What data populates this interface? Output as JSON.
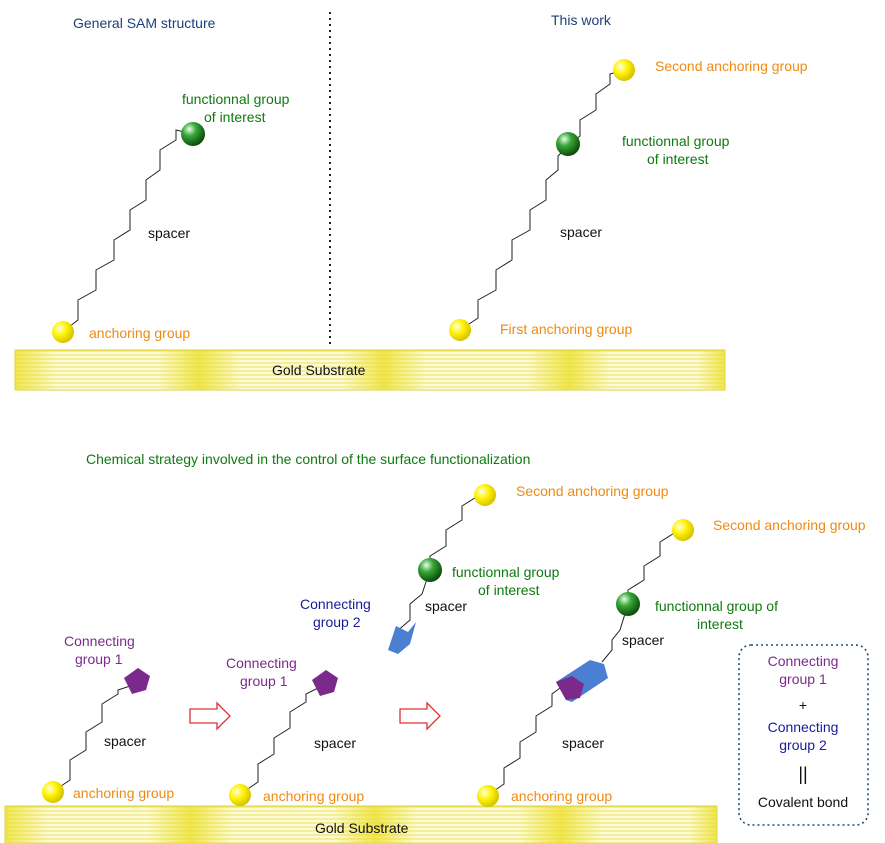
{
  "top": {
    "left_title": "General SAM structure",
    "right_title": "This work",
    "left": {
      "functional_line1": "functionnal group",
      "functional_line2": "of interest",
      "spacer": "spacer",
      "anchor": "anchoring group"
    },
    "right": {
      "second_anchor": "Second anchoring group",
      "functional_line1": "functionnal group",
      "functional_line2": "of interest",
      "spacer": "spacer",
      "first_anchor": "First anchoring group"
    },
    "substrate": "Gold Substrate"
  },
  "bottom": {
    "title": "Chemical strategy involved in the control of the surface functionalization",
    "step1": {
      "connecting_line1": "Connecting",
      "connecting_line2": "group 1",
      "spacer": "spacer",
      "anchor": "anchoring group"
    },
    "step2": {
      "second_anchor": "Second anchoring group",
      "functional_line1": "functionnal group",
      "functional_line2": "of interest",
      "connecting2_line1": "Connecting",
      "connecting2_line2": "group 2",
      "spacer_top": "spacer",
      "connecting1_line1": "Connecting",
      "connecting1_line2": "group 1",
      "spacer": "spacer",
      "anchor": "anchoring group"
    },
    "step3": {
      "second_anchor": "Second anchoring group",
      "functional_line1": "functionnal group of",
      "functional_line2": "interest",
      "spacer_top": "spacer",
      "spacer": "spacer",
      "anchor": "anchoring group"
    },
    "legend": {
      "cg1_line1": "Connecting",
      "cg1_line2": "group 1",
      "plus": "+",
      "cg2_line1": "Connecting",
      "cg2_line2": "group 2",
      "equals": "||",
      "result": "Covalent bond"
    },
    "substrate": "Gold Substrate"
  },
  "colors": {
    "gold": "#f2e84a",
    "green_sphere": "#1f8a1f",
    "yellow_sphere": "#ffee00",
    "purple": "#7b2a8c",
    "blue_group": "#4a7fd1",
    "arrow": "#e03030",
    "legend_border": "#1f4e79"
  }
}
